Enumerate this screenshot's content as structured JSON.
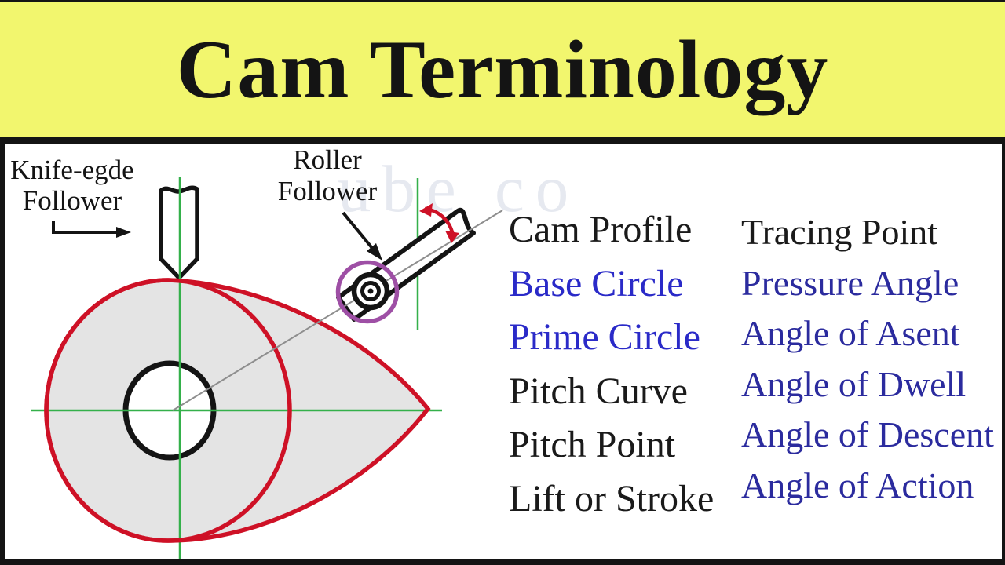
{
  "title": "Cam Terminology",
  "watermark": "ube co",
  "labels": {
    "knife_line1": "Knife-egde",
    "knife_line2": "Follower",
    "roller_line1": "Roller",
    "roller_line2": "Follower"
  },
  "terms": {
    "column1": [
      {
        "label": "Cam Profile",
        "color": "#1a1a1a"
      },
      {
        "label": "Base Circle",
        "color": "#2a2ac8"
      },
      {
        "label": "Prime Circle",
        "color": "#2a2ac8"
      },
      {
        "label": "Pitch Curve",
        "color": "#1a1a1a"
      },
      {
        "label": "Pitch Point",
        "color": "#1a1a1a"
      },
      {
        "label": "Lift or Stroke",
        "color": "#1a1a1a"
      }
    ],
    "column2": [
      {
        "label": "Tracing Point",
        "color": "#1a1a1a"
      },
      {
        "label": "Pressure Angle",
        "color": "#2b2b9e"
      },
      {
        "label": "Angle of Asent",
        "color": "#2b2b9e"
      },
      {
        "label": "Angle of Dwell",
        "color": "#2b2b9e"
      },
      {
        "label": "Angle of Descent",
        "color": "#2b2b9e"
      },
      {
        "label": "Angle of Action",
        "color": "#2b2b9e"
      }
    ]
  },
  "colors": {
    "yellow": "#f2f66e",
    "ink": "#141414",
    "red": "#ce1126",
    "green": "#34b04a",
    "purple": "#9e4fa5",
    "cam-fill": "#e4e4e4",
    "guide-gray": "#8e8e8e"
  }
}
